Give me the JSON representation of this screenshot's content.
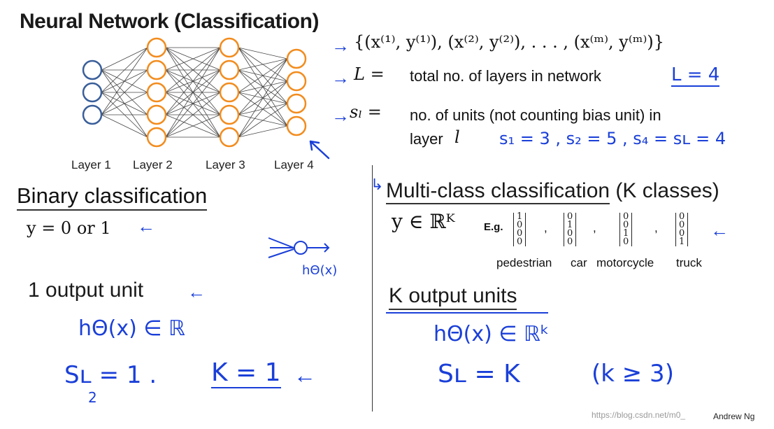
{
  "title": "Neural Network (Classification)",
  "network": {
    "layer_labels": [
      "Layer 1",
      "Layer 2",
      "Layer 3",
      "Layer 4"
    ],
    "units_per_layer": [
      3,
      5,
      5,
      4
    ]
  },
  "defs": {
    "training_set": "{(x⁽¹⁾, y⁽¹⁾), (x⁽²⁾, y⁽²⁾), . . . , (x⁽ᵐ⁾, y⁽ᵐ⁾)}",
    "L_symbol": "L =",
    "L_text": "total no. of layers in network",
    "L_note": "L = 4",
    "s_symbol": "sₗ =",
    "s_text_1": "no. of units (not counting bias unit) in",
    "s_text_2": "layer",
    "s_var": "l",
    "s_note": "s₁ = 3 ,   s₂ = 5 ,   s₄ = sʟ = 4"
  },
  "binary": {
    "heading": "Binary classification",
    "y_expr": "y = 0 or 1",
    "diagram_note": "hΘ(x)",
    "output": "1 output unit",
    "h_note": "hΘ(x) ∈ ℝ",
    "sl_note": "Sʟ = 1 .",
    "k_note": "K = 1",
    "sl_subscript": "2"
  },
  "multi": {
    "heading": "Multi-class classification",
    "heading_suffix": " (K classes)",
    "y_expr": "y ∈ ℝᴷ",
    "eg": "E.g.",
    "vectors": [
      {
        "label": "pedestrian",
        "values": [
          "1",
          "0",
          "0",
          "0"
        ]
      },
      {
        "label": "car",
        "values": [
          "0",
          "1",
          "0",
          "0"
        ]
      },
      {
        "label": "motorcycle",
        "values": [
          "0",
          "0",
          "1",
          "0"
        ]
      },
      {
        "label": "truck",
        "values": [
          "0",
          "0",
          "0",
          "1"
        ]
      }
    ],
    "output": "K output units",
    "h_note": "hΘ(x) ∈ ℝᵏ",
    "sl_note": "Sʟ = K",
    "k_cond": "(k ≥ 3)"
  },
  "watermark": "https://blog.csdn.net/m0_",
  "signature": "Andrew Ng",
  "colors": {
    "pen": "#1a3fd8",
    "input_node": "#3a5f9a",
    "hidden_node": "#f28c1e"
  },
  "icons": {
    "pen_arrow": "arrow-right-icon",
    "pen_arrow_left": "arrow-left-icon"
  }
}
